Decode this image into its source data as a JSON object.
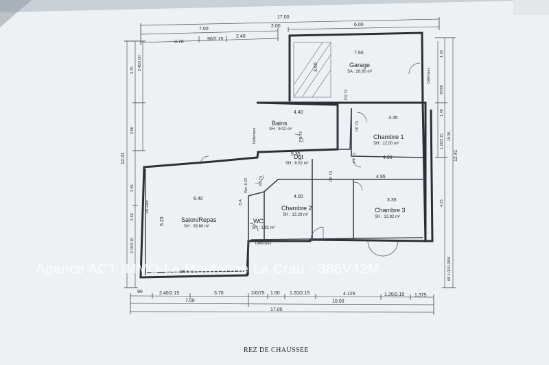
{
  "title": "REZ DE CHAUSSEE",
  "watermark": "Agence ACT IMMO La Moutonne La Crau - 386V42M",
  "colors": {
    "paper": "#eef1f3",
    "ink": "#2a2f36",
    "shadow": "#9aa3ab"
  },
  "rooms": [
    {
      "id": "garage",
      "label": "Garage",
      "area": "SA : 28.60 m²"
    },
    {
      "id": "bains",
      "label": "Bains",
      "area": "SH : 9.02 m²"
    },
    {
      "id": "chambre1",
      "label": "Chambre 1",
      "area": "SH : 12.00 m²"
    },
    {
      "id": "dgt",
      "label": "Dgt",
      "area": "SH : 8.52 m²"
    },
    {
      "id": "salon",
      "label": "Salon/Repas",
      "area": "SH : 33.60 m²"
    },
    {
      "id": "chambre2",
      "label": "Chambre 2",
      "area": "SH : 13.29 m²"
    },
    {
      "id": "chambre3",
      "label": "Chambre 3",
      "area": "SH : 12.82 m²"
    },
    {
      "id": "wc",
      "label": "WC",
      "area": "SH : 1.62 m²"
    }
  ],
  "dimensions": {
    "top_total": "17.00",
    "top_left": "7.00",
    "top_gap": "2.00",
    "top_right": "6.00",
    "top_sub_a": "3.70",
    "top_sub_b": "90/2.15",
    "top_sub_c": "2.40",
    "garage_width": "7.60",
    "garage_depth": "3.50",
    "bains_width": "4.40",
    "chambre1_width": "3.35",
    "dgt_width": "5.35",
    "dgt_length": "4.00",
    "corridor_length": "4.95",
    "salon_width": "6.40",
    "salon_depth": "5.25",
    "chambre2_width": "4.00",
    "chambre3_width": "3.35",
    "bottom_a": "90",
    "bottom_b": "2.40/2.15",
    "bottom_c": "3.70",
    "bottom_d": "2/0/75",
    "bottom_e": "1.50",
    "bottom_f": "1.20/2.15",
    "bottom_g": "4.125",
    "bottom_h": "1.20/2.15",
    "bottom_i": "1.375",
    "bottom_total_left": "7.00",
    "bottom_total_right": "10.00",
    "bottom_total": "17.00",
    "left_total": "12.41",
    "left_a": "3.70",
    "left_b": "2.40/2.00",
    "left_c": "2.96",
    "left_d": "2.85",
    "left_e": "5.65",
    "left_f": "2.10/2.15",
    "right_total": "12.41",
    "right_a": "10.35",
    "right_b": "4.25",
    "right_c": "1.20/2.15",
    "right_d": "90/90",
    "right_e": "1.20",
    "right_f": "1.40",
    "right_g": "68 1.00/1.09/8"
  },
  "notes": {
    "defenses_left": "Défenses",
    "defenses_right": "Défenses",
    "defenses_bottom": "Défenses",
    "vr_elec": "VR Elec",
    "vr_elec_bottom": "VR Elec",
    "ba": "B.A",
    "ret": "Ret. 0.22",
    "pp73_a": "PP 73",
    "pp73_b": "PP 73",
    "pp73_c": "PP 73",
    "pp73_d": "PP 73",
    "pp73_e": "PP 73",
    "pd73": "PD 73"
  }
}
